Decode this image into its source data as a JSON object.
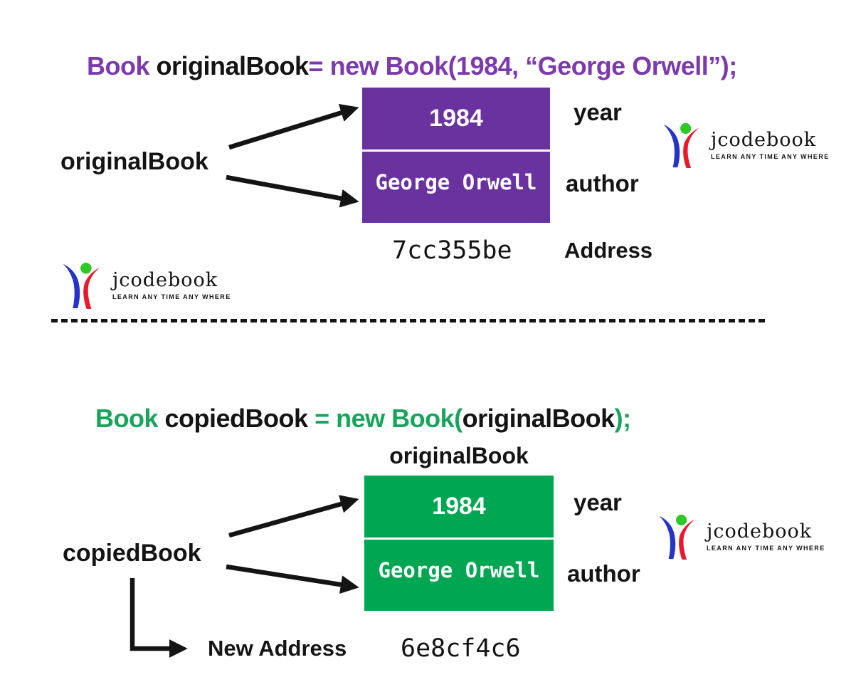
{
  "colors": {
    "purple_box": "#6a329f",
    "purple_text": "#7c3aae",
    "green_box": "#00a651",
    "green_text": "#17a55b",
    "text_dark": "#141414",
    "logo_blue": "#2633c9",
    "logo_red": "#e8192c",
    "logo_green": "#2ec927"
  },
  "logo": {
    "wordmark": "jcodebook",
    "tagline": "LEARN ANY TIME ANY WHERE"
  },
  "section1": {
    "code": {
      "seg1": "Book ",
      "seg2": "originalBook",
      "seg3": "= new Book(1984, “George Orwell”);"
    },
    "variable": "originalBook",
    "box": {
      "year": "1984",
      "author": "George Orwell"
    },
    "labels": {
      "year": "year",
      "author": "author",
      "address": "Address"
    },
    "address_value": "7cc355be"
  },
  "section2": {
    "code": {
      "seg1": "Book ",
      "seg2": "copiedBook ",
      "seg3": "= new Book(",
      "seg4": "originalBook",
      "seg5": ");"
    },
    "variable": "copiedBook",
    "box_title": "originalBook",
    "box": {
      "year": "1984",
      "author": "George Orwell"
    },
    "labels": {
      "year": "year",
      "author": "author",
      "address": "New Address"
    },
    "address_value": "6e8cf4c6"
  }
}
